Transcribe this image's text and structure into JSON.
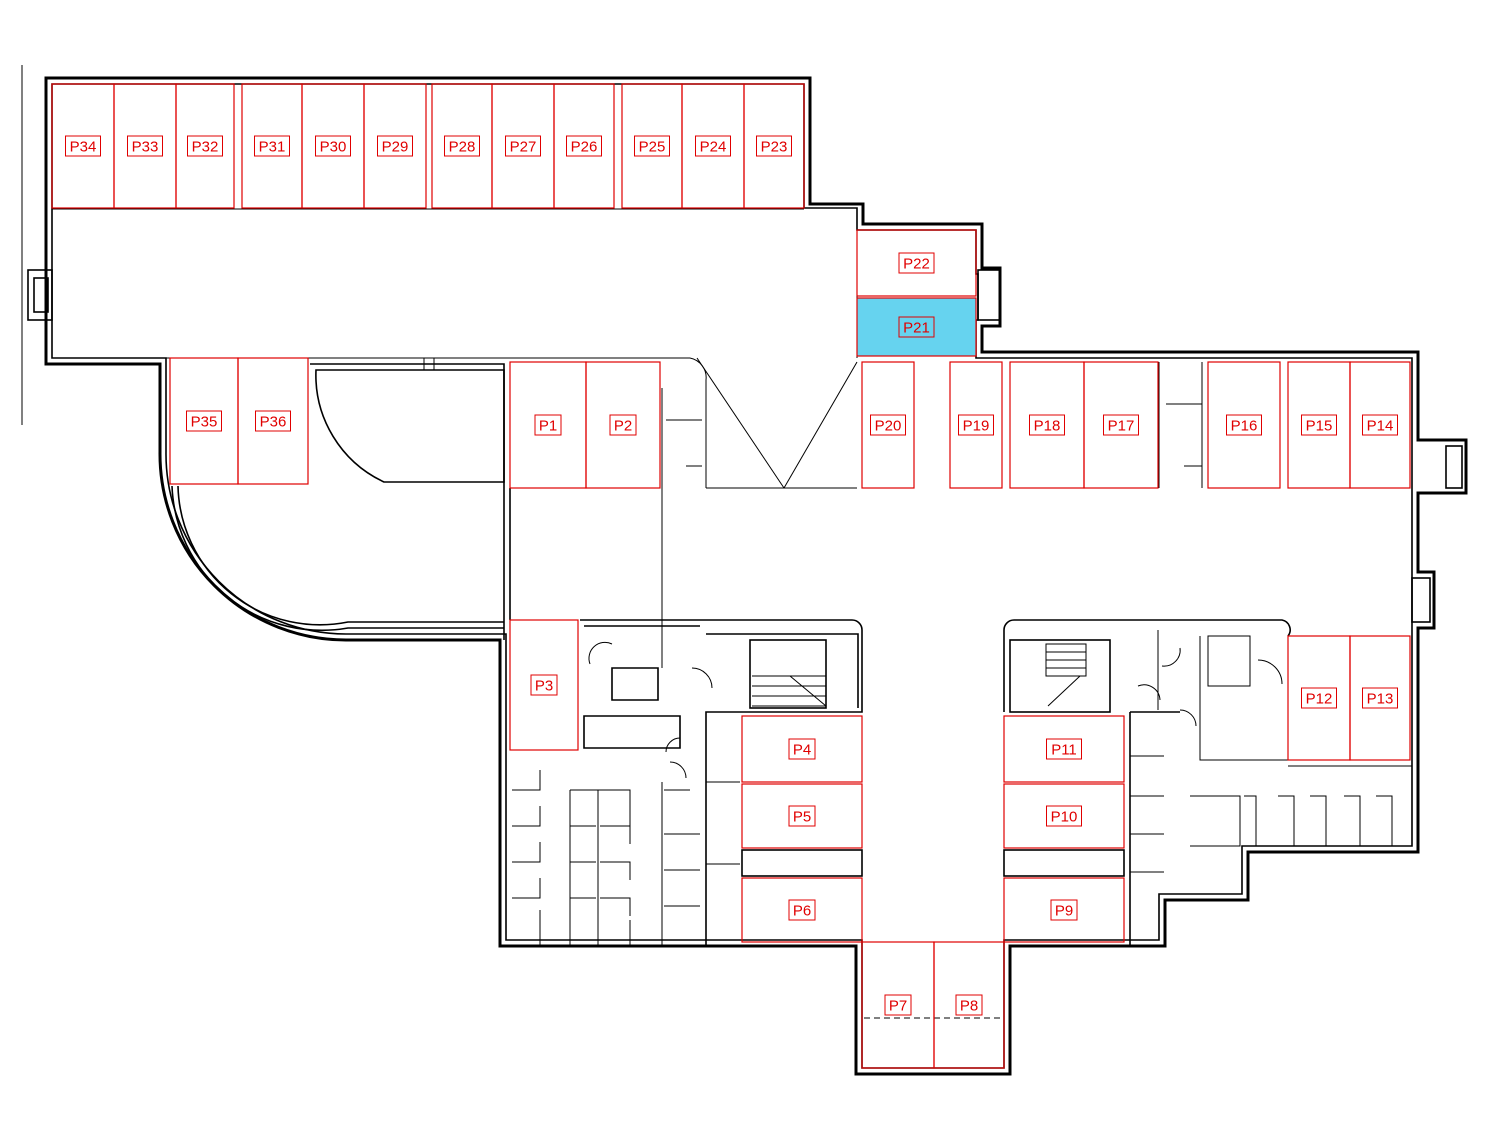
{
  "selected_stall": "P21",
  "highlight_color": "#66d3ef",
  "stall_color": "#e00000",
  "wall_color": "#000000",
  "stalls": [
    {
      "id": "P34"
    },
    {
      "id": "P33"
    },
    {
      "id": "P32"
    },
    {
      "id": "P31"
    },
    {
      "id": "P30"
    },
    {
      "id": "P29"
    },
    {
      "id": "P28"
    },
    {
      "id": "P27"
    },
    {
      "id": "P26"
    },
    {
      "id": "P25"
    },
    {
      "id": "P24"
    },
    {
      "id": "P23"
    },
    {
      "id": "P22"
    },
    {
      "id": "P21"
    },
    {
      "id": "P35"
    },
    {
      "id": "P36"
    },
    {
      "id": "P1"
    },
    {
      "id": "P2"
    },
    {
      "id": "P20"
    },
    {
      "id": "P19"
    },
    {
      "id": "P18"
    },
    {
      "id": "P17"
    },
    {
      "id": "P16"
    },
    {
      "id": "P15"
    },
    {
      "id": "P14"
    },
    {
      "id": "P3"
    },
    {
      "id": "P12"
    },
    {
      "id": "P13"
    },
    {
      "id": "P4"
    },
    {
      "id": "P5"
    },
    {
      "id": "P6"
    },
    {
      "id": "P11"
    },
    {
      "id": "P10"
    },
    {
      "id": "P9"
    },
    {
      "id": "P7"
    },
    {
      "id": "P8"
    }
  ]
}
